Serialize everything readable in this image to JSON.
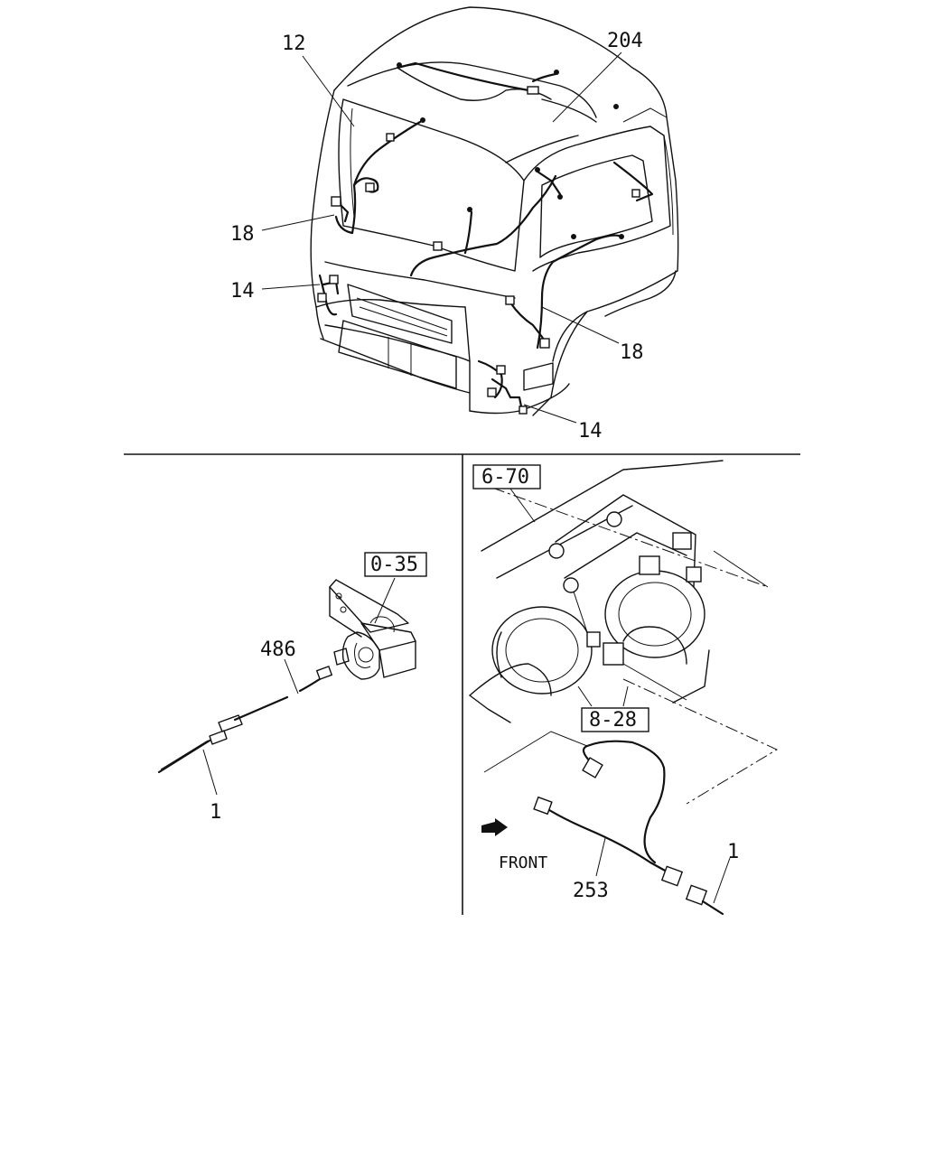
{
  "top": {
    "labels": [
      "12",
      "204",
      "18",
      "14",
      "18",
      "14"
    ]
  },
  "left": {
    "labels": [
      "0-35",
      "486",
      "1"
    ]
  },
  "right": {
    "labels": [
      "6-70",
      "8-28",
      "253",
      "1"
    ],
    "direction_text": "FRONT"
  }
}
